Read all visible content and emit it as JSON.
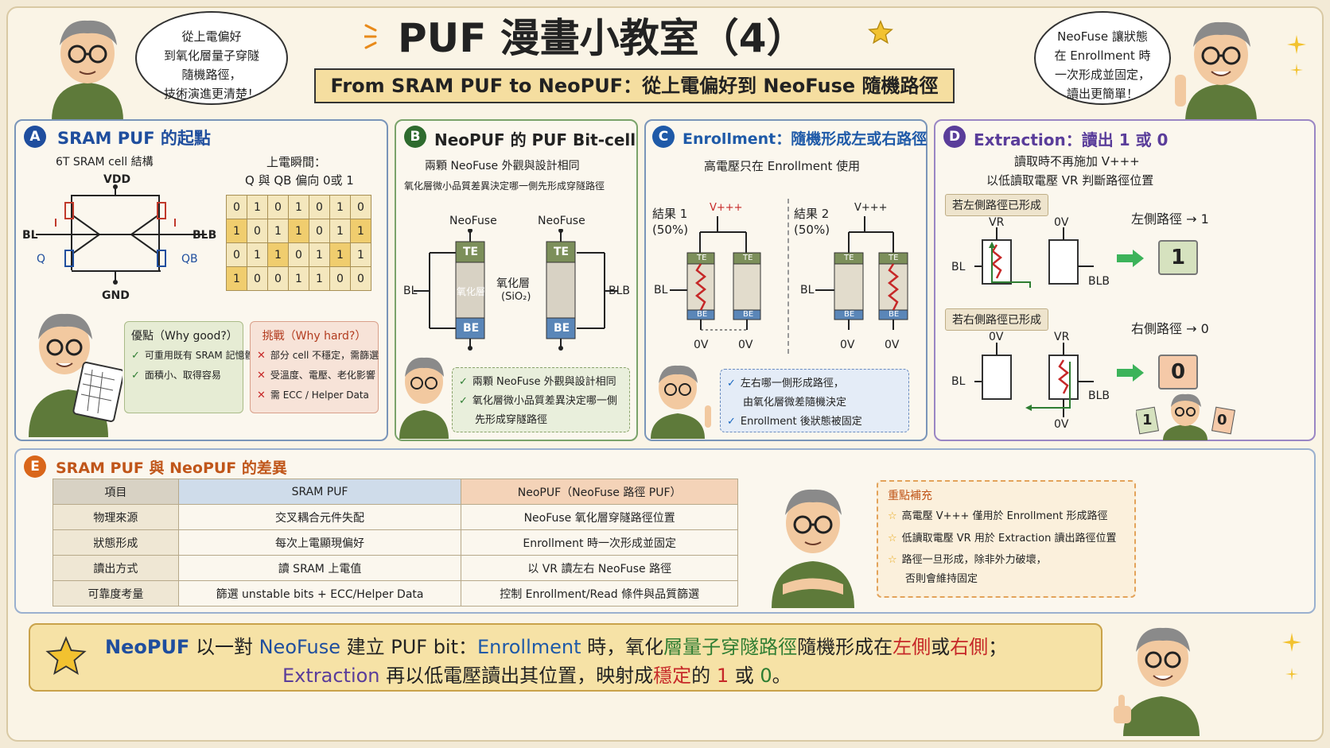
{
  "header": {
    "title": "PUF 漫畫小教室（4）",
    "subtitle": "From SRAM PUF to NeoPUF：從上電偏好到 NeoFuse 隨機路徑",
    "bubble_left": [
      "從上電偏好",
      "到氧化層量子穿隧",
      "隨機路徑，",
      "技術演進更清楚！"
    ],
    "bubble_right": [
      "NeoFuse 讓狀態",
      "在 Enrollment 時",
      "一次形成並固定，",
      "讀出更簡單！"
    ]
  },
  "panelA": {
    "letter": "A",
    "title": "SRAM PUF 的起點",
    "cell_label": "6T SRAM cell 結構",
    "vdd": "VDD",
    "gnd": "GND",
    "bl": "BL",
    "blb": "BLB",
    "q": "Q",
    "qb": "QB",
    "power_on_title": "上電瞬間：",
    "power_on_sub": "Q 與 QB 偏向 0或 1",
    "grid": [
      [
        "0",
        "1",
        "0",
        "1",
        "0",
        "1",
        "0"
      ],
      [
        "1",
        "0",
        "1",
        "1",
        "0",
        "1",
        "1"
      ],
      [
        "0",
        "1",
        "1",
        "0",
        "1",
        "1",
        "1"
      ],
      [
        "1",
        "0",
        "0",
        "1",
        "1",
        "0",
        "0"
      ]
    ],
    "pros_title": "優點（Why good?）",
    "pros": [
      "可重用既有 SRAM 記憶體",
      "面積小、取得容易"
    ],
    "cons_title": "挑戰（Why hard?）",
    "cons": [
      "部分 cell 不穩定，需篩選",
      "受溫度、電壓、老化影響",
      "需 ECC / Helper Data"
    ]
  },
  "panelB": {
    "letter": "B",
    "title": "NeoPUF 的 PUF Bit-cell",
    "desc1": "兩顆 NeoFuse 外觀與設計相同",
    "desc2": "氧化層微小品質差異決定哪一側先形成穿隧路徑",
    "fuse_label": "NeoFuse",
    "te": "TE",
    "be": "BE",
    "oxide_inner": "氧化層",
    "oxide_label": "氧化層",
    "oxide_formula": "(SiO₂)",
    "bl": "BL",
    "blb": "BLB",
    "notes": [
      "兩顆 NeoFuse 外觀與設計相同",
      "氧化層微小品質差異決定哪一側",
      "先形成穿隧路徑"
    ]
  },
  "panelC": {
    "letter": "C",
    "title": "Enrollment：隨機形成左或右路徑",
    "desc": "高電壓只在 Enrollment 使用",
    "result1": "結果 1",
    "result1_pct": "(50%)",
    "result2": "結果 2",
    "result2_pct": "(50%)",
    "vppp": "V+++",
    "bl": "BL",
    "te": "TE",
    "be": "BE",
    "ov": "0V",
    "notes": [
      "左右哪一側形成路徑，",
      "由氧化層微差隨機決定",
      "Enrollment 後狀態被固定"
    ]
  },
  "panelD": {
    "letter": "D",
    "title": "Extraction：讀出 1 或 0",
    "desc1": "讀取時不再施加 V+++",
    "desc2": "以低讀取電壓 VR 判斷路徑位置",
    "case_left": "若左側路徑已形成",
    "case_right": "若右側路徑已形成",
    "vr": "VR",
    "ov": "0V",
    "bl": "BL",
    "blb": "BLB",
    "left_result": "左側路徑 → 1",
    "right_result": "右側路徑 → 0",
    "one": "1",
    "zero": "0"
  },
  "panelE": {
    "letter": "E",
    "title": "SRAM PUF 與 NeoPUF 的差異",
    "headers": [
      "項目",
      "SRAM PUF",
      "NeoPUF（NeoFuse 路徑 PUF）"
    ],
    "rows": [
      [
        "物理來源",
        "交叉耦合元件失配",
        "NeoFuse 氧化層穿隧路徑位置"
      ],
      [
        "狀態形成",
        "每次上電顯現偏好",
        "Enrollment 時一次形成並固定"
      ],
      [
        "讀出方式",
        "讀 SRAM 上電值",
        "以 VR 讀左右 NeoFuse 路徑"
      ],
      [
        "可靠度考量",
        "篩選 unstable bits + ECC/Helper Data",
        "控制 Enrollment/Read 條件與品質篩選"
      ]
    ],
    "supp_title": "重點補充",
    "supp": [
      "高電壓 V+++ 僅用於 Enrollment 形成路徑",
      "低讀取電壓 VR 用於 Extraction 讀出路徑位置",
      "路徑一旦形成，除非外力破壞，",
      "否則會維持固定"
    ]
  },
  "footer": {
    "l1_a": "NeoPUF",
    "l1_b": " 以一對 ",
    "l1_c": "NeoFuse",
    "l1_d": " 建立 PUF bit：",
    "l1_e": "Enrollment",
    "l1_f": " 時，氧化",
    "l1_g": "層量子穿隧路徑",
    "l1_h": "隨機形成在",
    "l1_i": "左側",
    "l1_j": "或",
    "l1_k": "右側",
    "l1_l": "；",
    "l2_a": "Extraction",
    "l2_b": " 再以低電壓讀出其位置，映射成",
    "l2_c": "穩定",
    "l2_d": "的 ",
    "l2_e": "1",
    "l2_f": " 或 ",
    "l2_g": "0",
    "l2_h": "。"
  },
  "colors": {
    "A": "#1f4e9e",
    "B": "#2e6b2e",
    "C": "#1f5aa8",
    "D": "#5a3d9a",
    "E": "#d9661a",
    "orange": "#e88a1a"
  }
}
